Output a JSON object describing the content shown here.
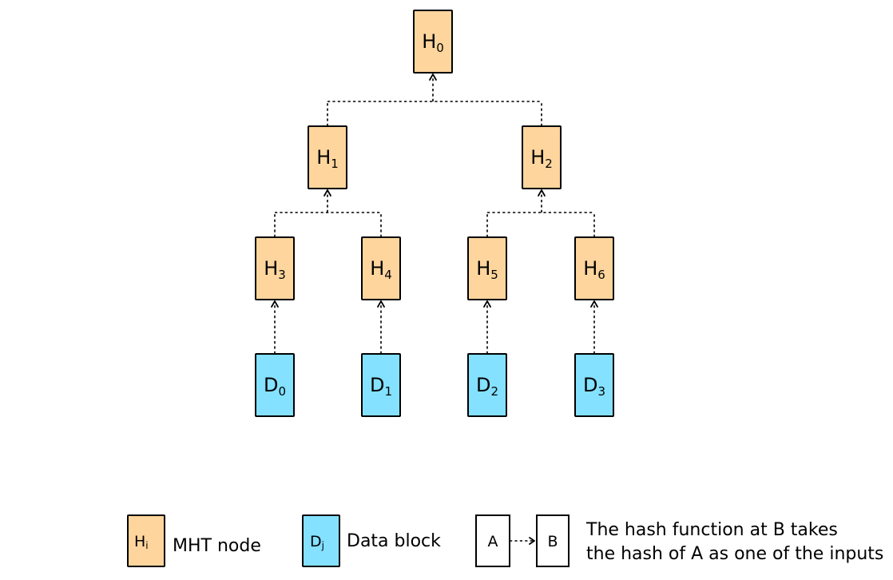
{
  "colors": {
    "hash_node_fill": "#FDD59D",
    "data_block_fill": "#84E1FF",
    "stroke": "#000000"
  },
  "nodes": [
    {
      "id": "H0",
      "base": "H",
      "sub": "0",
      "kind": "hash"
    },
    {
      "id": "H1",
      "base": "H",
      "sub": "1",
      "kind": "hash"
    },
    {
      "id": "H2",
      "base": "H",
      "sub": "2",
      "kind": "hash"
    },
    {
      "id": "H3",
      "base": "H",
      "sub": "3",
      "kind": "hash"
    },
    {
      "id": "H4",
      "base": "H",
      "sub": "4",
      "kind": "hash"
    },
    {
      "id": "H5",
      "base": "H",
      "sub": "5",
      "kind": "hash"
    },
    {
      "id": "H6",
      "base": "H",
      "sub": "6",
      "kind": "hash"
    },
    {
      "id": "D0",
      "base": "D",
      "sub": "0",
      "kind": "data"
    },
    {
      "id": "D1",
      "base": "D",
      "sub": "1",
      "kind": "data"
    },
    {
      "id": "D2",
      "base": "D",
      "sub": "2",
      "kind": "data"
    },
    {
      "id": "D3",
      "base": "D",
      "sub": "3",
      "kind": "data"
    }
  ],
  "edges": [
    {
      "from": "H1",
      "to": "H0"
    },
    {
      "from": "H2",
      "to": "H0"
    },
    {
      "from": "H3",
      "to": "H1"
    },
    {
      "from": "H4",
      "to": "H1"
    },
    {
      "from": "H5",
      "to": "H2"
    },
    {
      "from": "H6",
      "to": "H2"
    },
    {
      "from": "D0",
      "to": "H3"
    },
    {
      "from": "D1",
      "to": "H4"
    },
    {
      "from": "D2",
      "to": "H5"
    },
    {
      "from": "D3",
      "to": "H6"
    }
  ],
  "legend": {
    "hash": {
      "base": "H",
      "sub": "i",
      "text": "MHT node"
    },
    "data": {
      "base": "D",
      "sub": "j",
      "text": "Data block"
    },
    "arrow": {
      "from_label": "A",
      "to_label": "B",
      "line1": "The hash function at B takes",
      "line2": "the hash of A as one of the inputs"
    }
  }
}
